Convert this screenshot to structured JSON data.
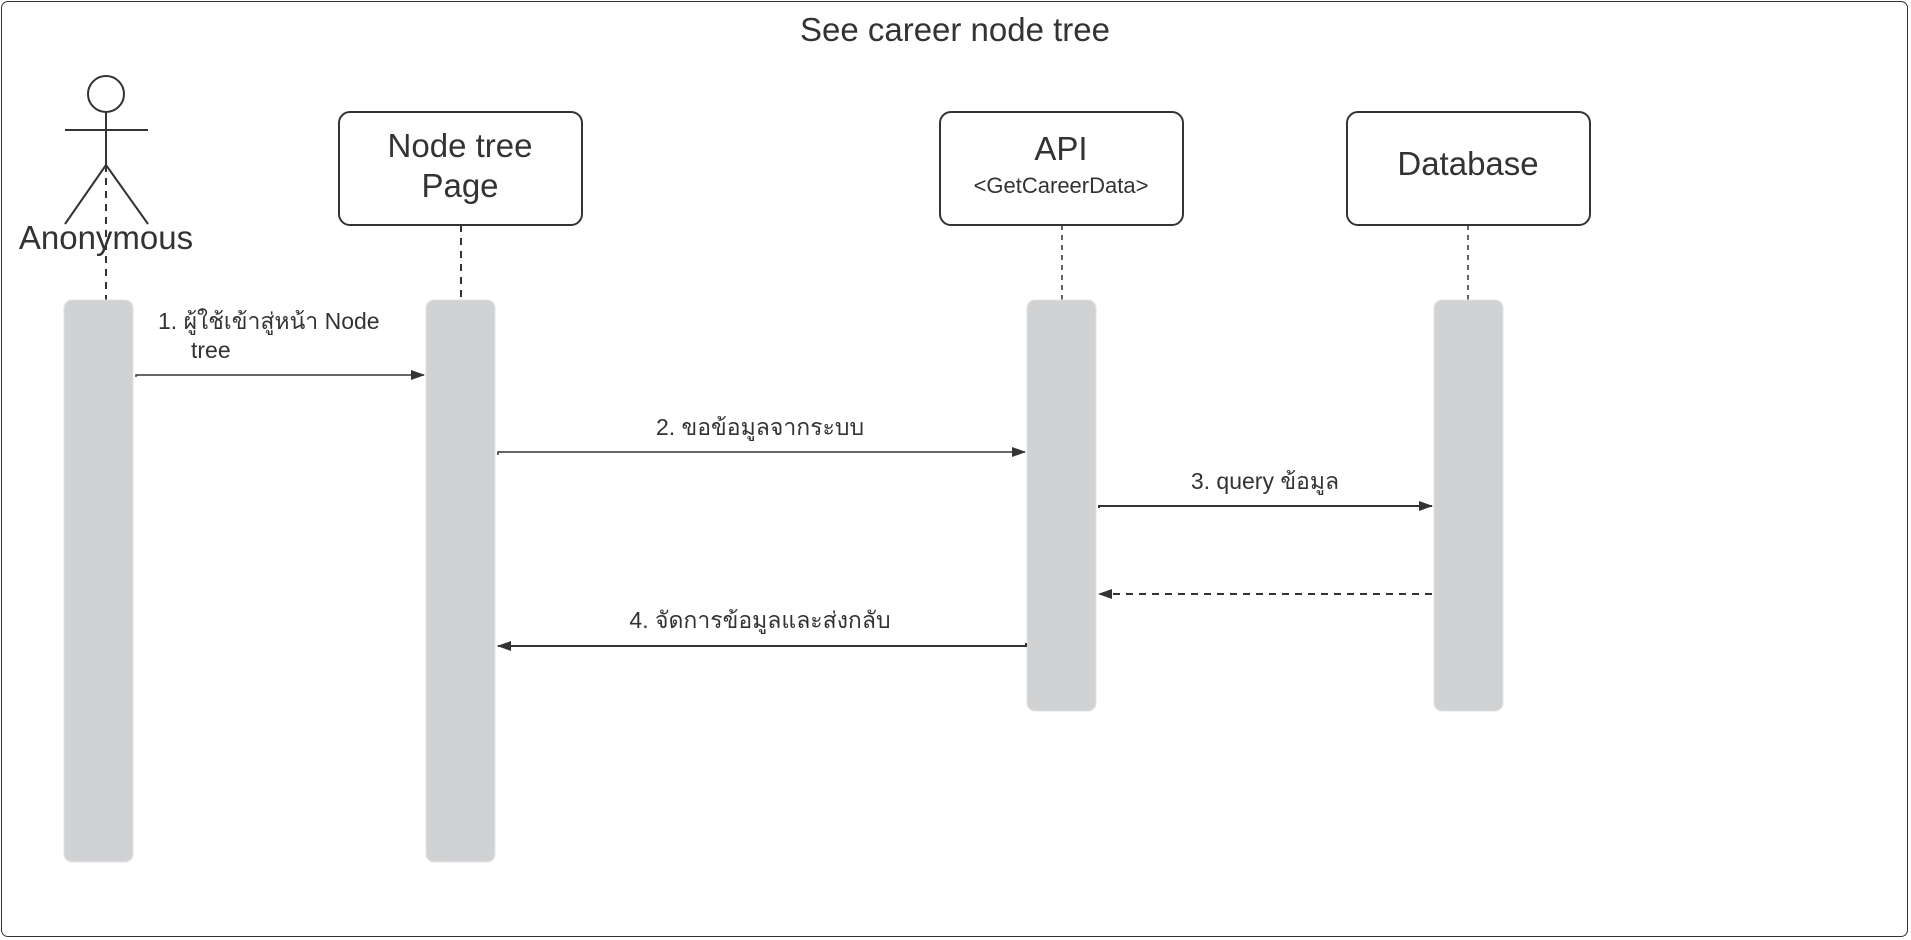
{
  "diagram": {
    "title": "See career node tree",
    "actor": {
      "name": "Anonymous"
    },
    "participants": {
      "page": {
        "name_line1": "Node tree",
        "name_line2": "Page"
      },
      "api": {
        "name": "API",
        "subtitle": "<GetCareerData>"
      },
      "db": {
        "name": "Database"
      }
    },
    "messages": {
      "m1": {
        "line1": "1.  ผู้ใช้เข้าสู่หน้า Node",
        "line2": "tree"
      },
      "m2": {
        "text": "2. ขอข้อมูลจากระบบ"
      },
      "m3": {
        "text": "3. query ข้อมูล"
      },
      "m4": {
        "text": "4. จัดการข้อมูลและส่งกลับ"
      }
    },
    "colors": {
      "stroke": "#333333",
      "activation": "#d1d2d4",
      "background": "#ffffff"
    }
  }
}
